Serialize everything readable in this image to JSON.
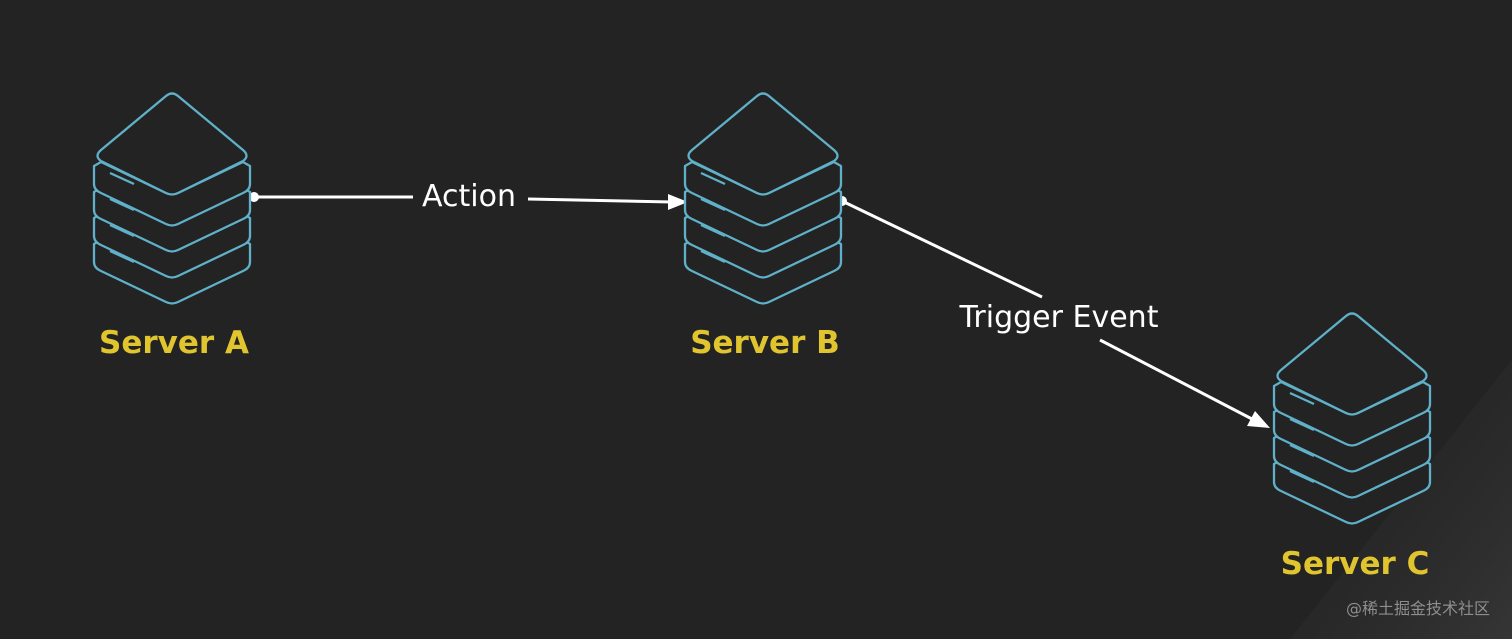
{
  "colors": {
    "background": "#232323",
    "server_stroke": "#5fb0c8",
    "server_label": "#e1c52f",
    "arrow": "#ffffff",
    "edge_label": "#ffffff",
    "watermark": "#8e8e8e"
  },
  "servers": [
    {
      "id": "a",
      "label": "Server A",
      "icon": "server-stack-icon"
    },
    {
      "id": "b",
      "label": "Server B",
      "icon": "server-stack-icon"
    },
    {
      "id": "c",
      "label": "Server C",
      "icon": "server-stack-icon"
    }
  ],
  "edges": [
    {
      "from": "a",
      "to": "b",
      "label": "Action"
    },
    {
      "from": "b",
      "to": "c",
      "label": "Trigger Event"
    }
  ],
  "watermark": "@稀土掘金技术社区"
}
